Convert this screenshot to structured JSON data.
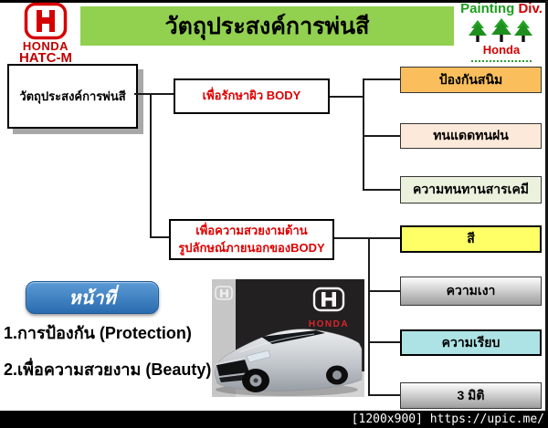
{
  "header": {
    "brand": "HONDA",
    "brand_sub": "HATC-M",
    "title": "วัตถุประสงค์การพ่นสี",
    "painting_div": {
      "word1": "Painting",
      "word2": "Div.",
      "brand": "Honda"
    }
  },
  "diagram": {
    "root_label": "วัตถุประสงค์การพ่นสี",
    "branch1": {
      "label": "เพื่อรักษาผิว BODY",
      "leaves": [
        {
          "label": "ป้องกันสนิม",
          "color": "#FABF5C"
        },
        {
          "label": "ทนแดดทนฝน",
          "color": "#FDE9D9"
        },
        {
          "label": "ความทนทานสารเคมี",
          "color": "#EAF1DD"
        }
      ]
    },
    "branch2": {
      "label_line1": "เพื่อความสวยงามด้าน",
      "label_line2": "รูปลักษณ์ภายนอกของBODY",
      "leaves": [
        {
          "label": "สี",
          "color": "#FFFF66"
        },
        {
          "label": "ความเงา",
          "color": "grad"
        },
        {
          "label": "ความเรียบ",
          "color": "#AEE3E6"
        },
        {
          "label": "3 มิติ",
          "color": "grad"
        }
      ]
    }
  },
  "functions": {
    "button_label": "หน้าที่",
    "items": [
      "1.การป้องกัน (Protection)",
      "2.เพื่อความสวยงาม (Beauty)"
    ]
  },
  "photo": {
    "honda_label": "HONDA"
  },
  "footer": {
    "text": "[1200x900] https://upic.me/"
  },
  "colors": {
    "title_bar_green": "#92D050",
    "brand_red": "#C00000",
    "branch_text_red": "#E00000",
    "painting_green": "#1F9E1F",
    "button_blue_top": "#5B9BD5",
    "button_blue_bottom": "#2A6CB0",
    "leaf_gradient": [
      "#FDFDFD",
      "#9D9D9D"
    ],
    "footer_bg": "#000000"
  }
}
